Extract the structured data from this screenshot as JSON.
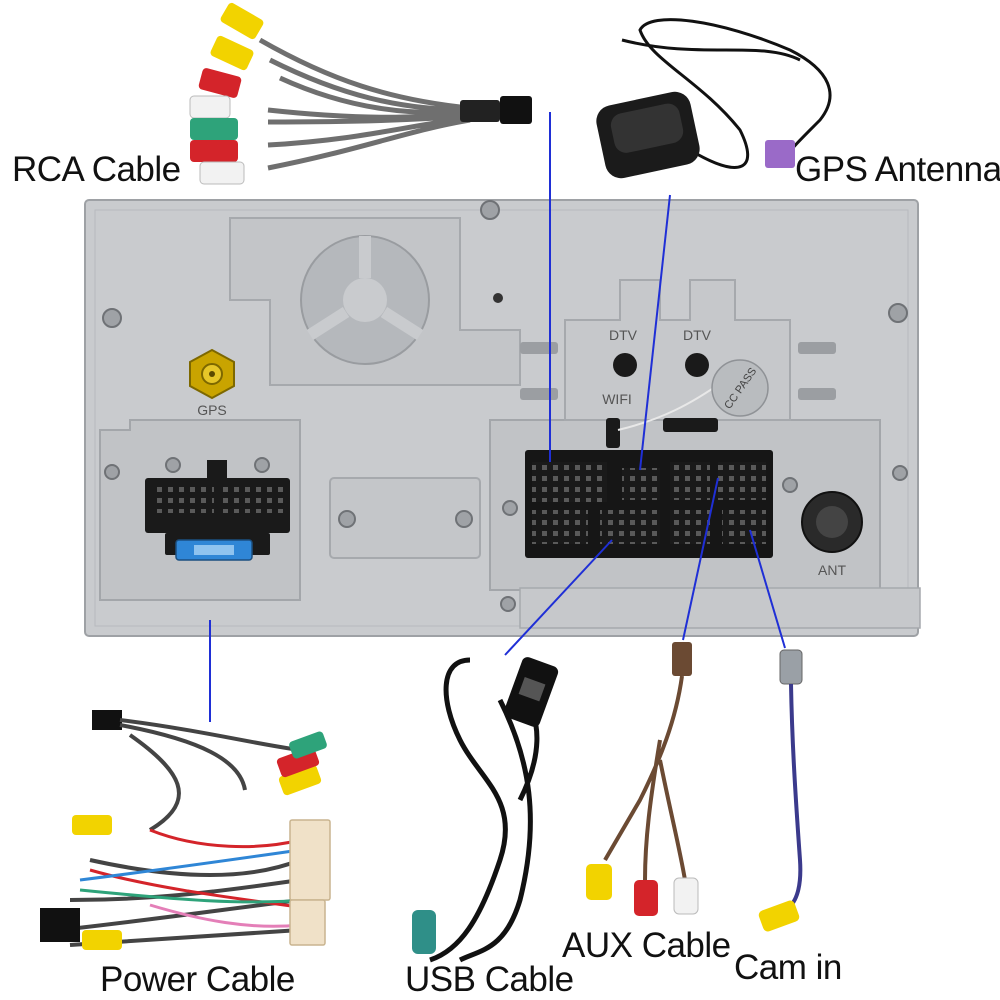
{
  "labels": {
    "rca_cable": "RCA Cable",
    "gps_antenna": "GPS Antenna",
    "power_cable": "Power Cable",
    "usb_cable": "USB Cable",
    "aux_cable": "AUX Cable",
    "cam_in": "Cam in"
  },
  "panel_labels": {
    "gps": "GPS",
    "dtv_1": "DTV",
    "dtv_2": "DTV",
    "wifi": "WIFI",
    "ant": "ANT",
    "cc_pass": "CC PASS"
  },
  "colors": {
    "panel": "#c9cbce",
    "connector": "#1a1a1a",
    "pointer": "#1f2fd6",
    "rca_yellow": "#f2d300",
    "rca_red": "#d4242a",
    "rca_white": "#f2f2f2",
    "rca_green": "#2ea37a",
    "gps_plug": "#9a6ac8",
    "usb_plug": "#2f8f88"
  }
}
